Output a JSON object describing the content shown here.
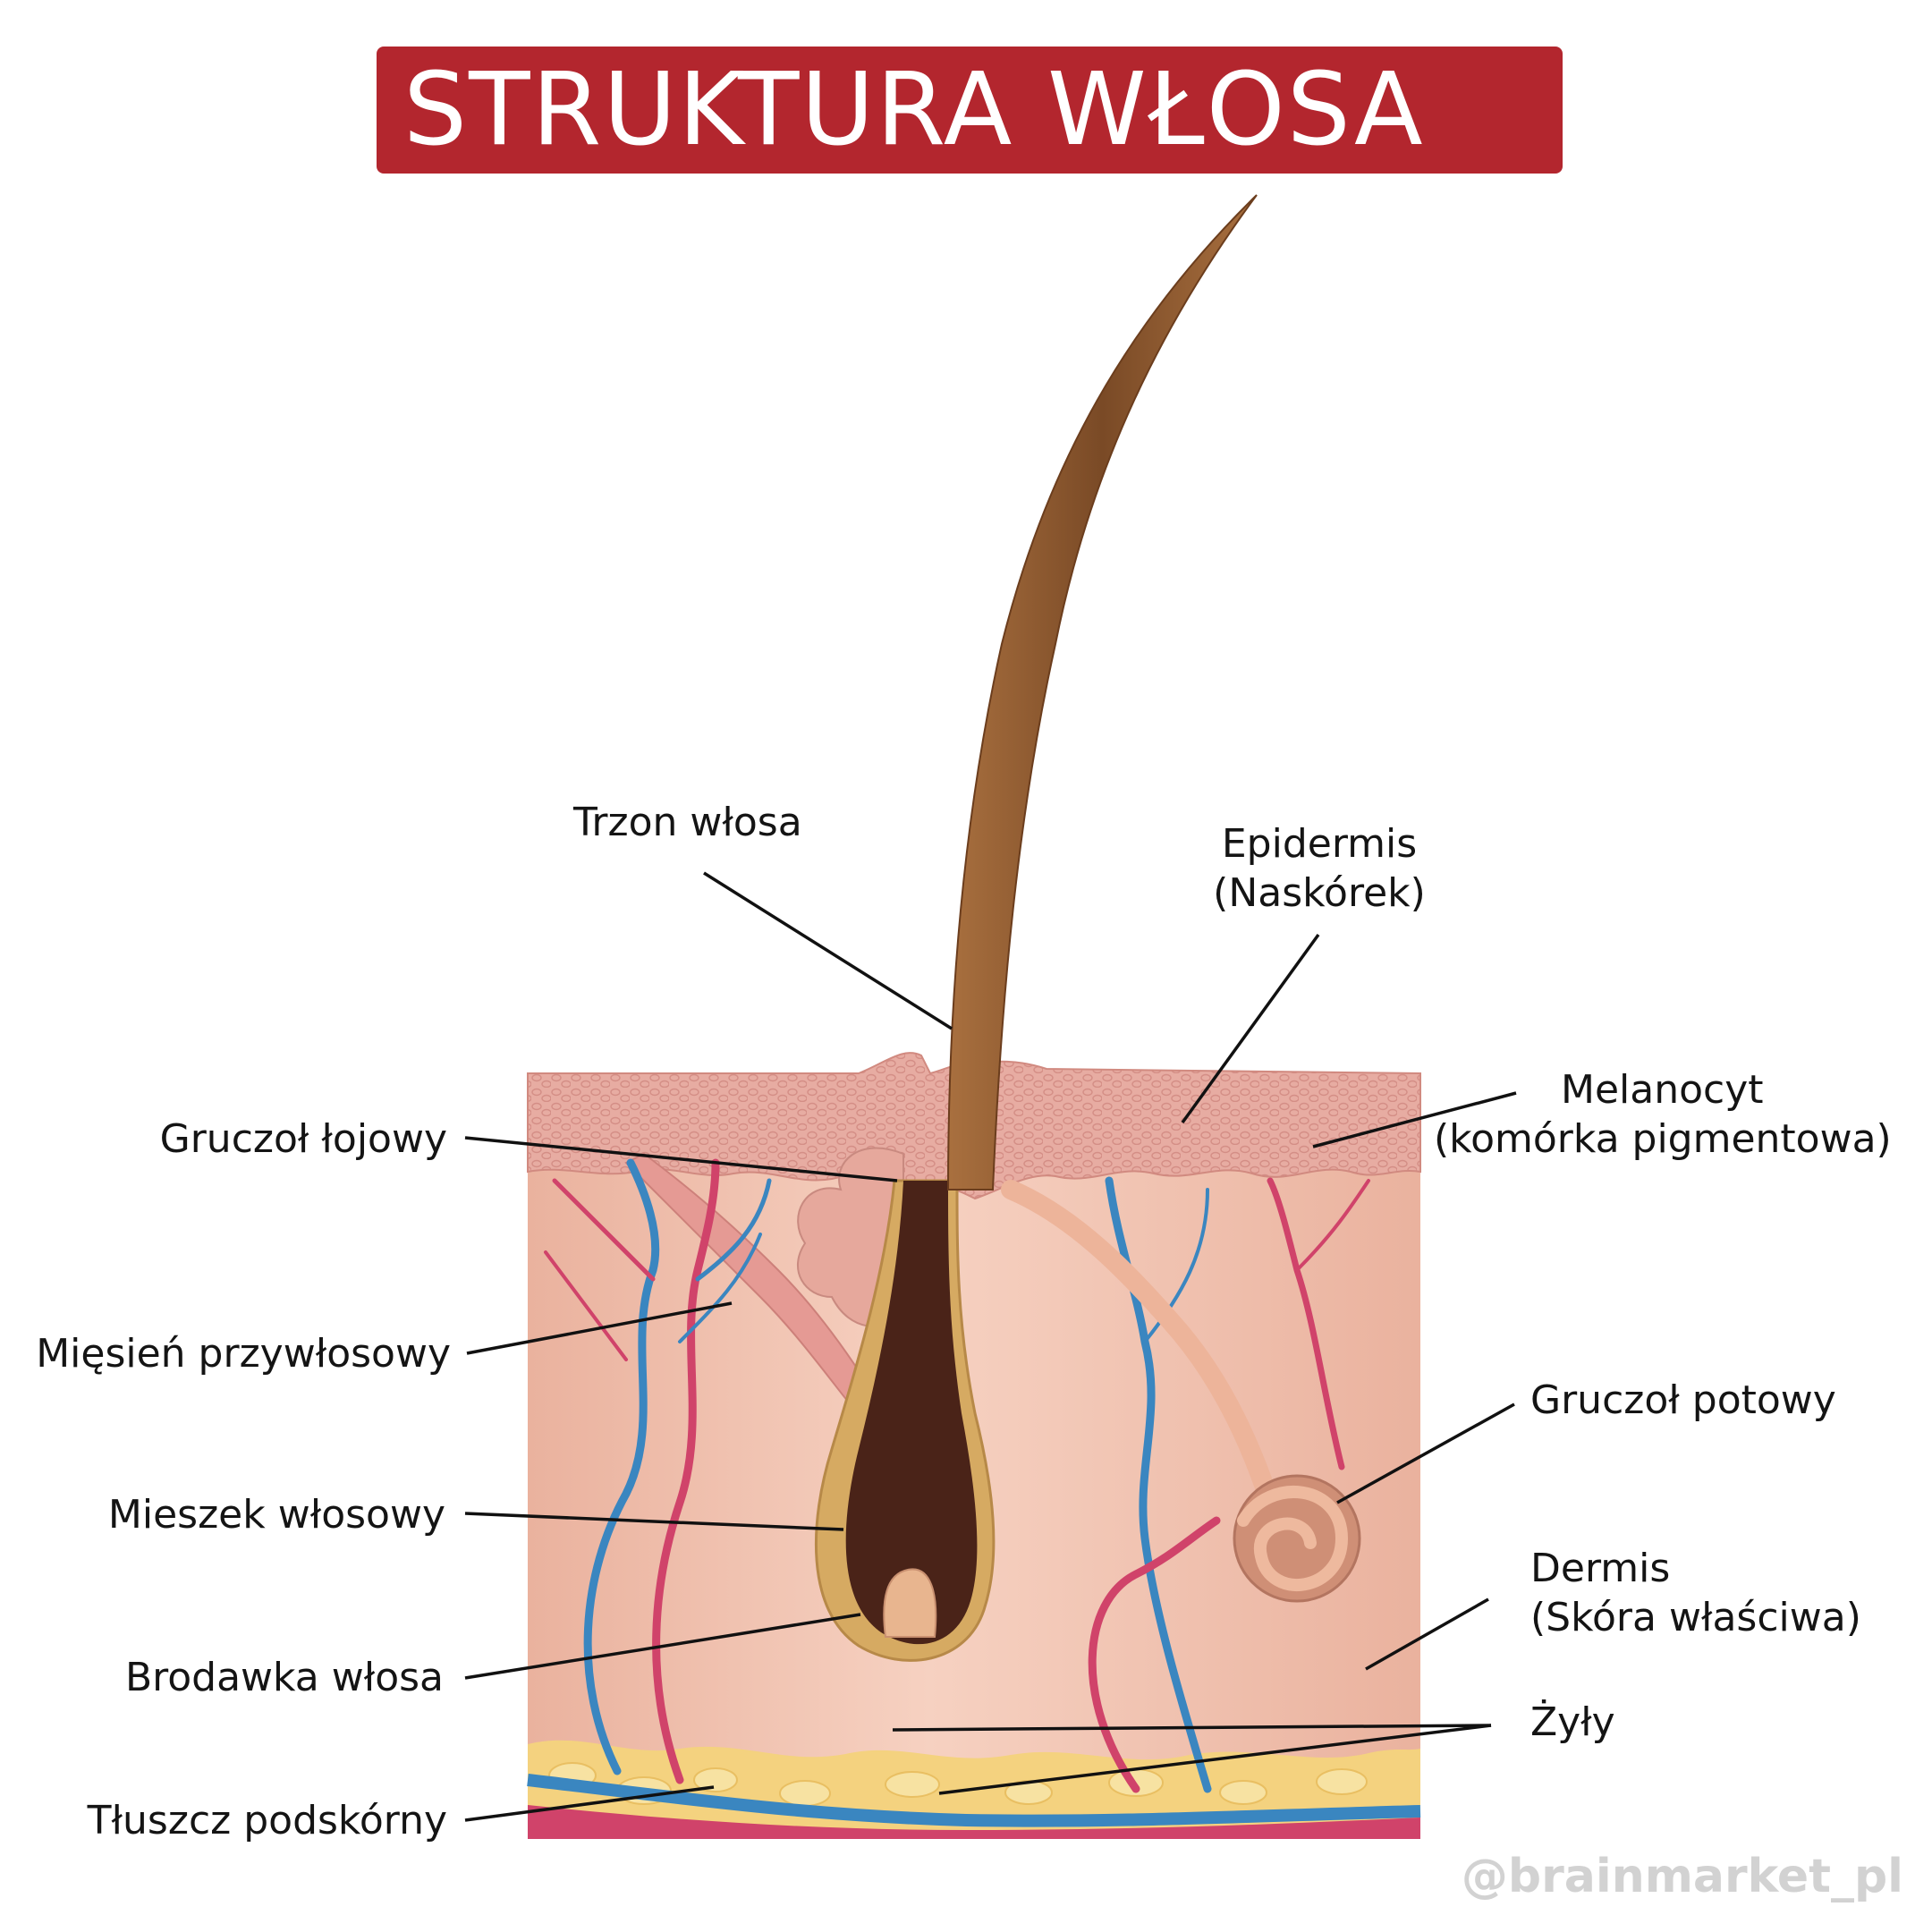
{
  "title": "STRUKTURA WŁOSA",
  "labels": {
    "trzon": "Trzon włosa",
    "epidermis_1": "Epidermis",
    "epidermis_2": "(Naskórek)",
    "melanocyt_1": "Melanocyt",
    "melanocyt_2": "(komórka pigmentowa)",
    "gruczol_lojowy": "Gruczoł łojowy",
    "miesien": "Mięsień przywłosowy",
    "mieszek": "Mieszek włosowy",
    "brodawka": "Brodawka włosa",
    "tluszcz": "Tłuszcz podskórny",
    "gruczol_potowy": "Gruczoł potowy",
    "dermis_1": "Dermis",
    "dermis_2": "(Skóra właściwa)",
    "zyly": "Żyły"
  },
  "watermark": "@brainmarket_pl",
  "colors": {
    "title_bg": "#b3262e",
    "dermis": "#f0c2ae",
    "epidermis": "#e5a69c",
    "hair": "#8a5a34",
    "vein_red": "#d0436a",
    "vein_blue": "#3a86c0",
    "fat": "#f5d58a"
  }
}
